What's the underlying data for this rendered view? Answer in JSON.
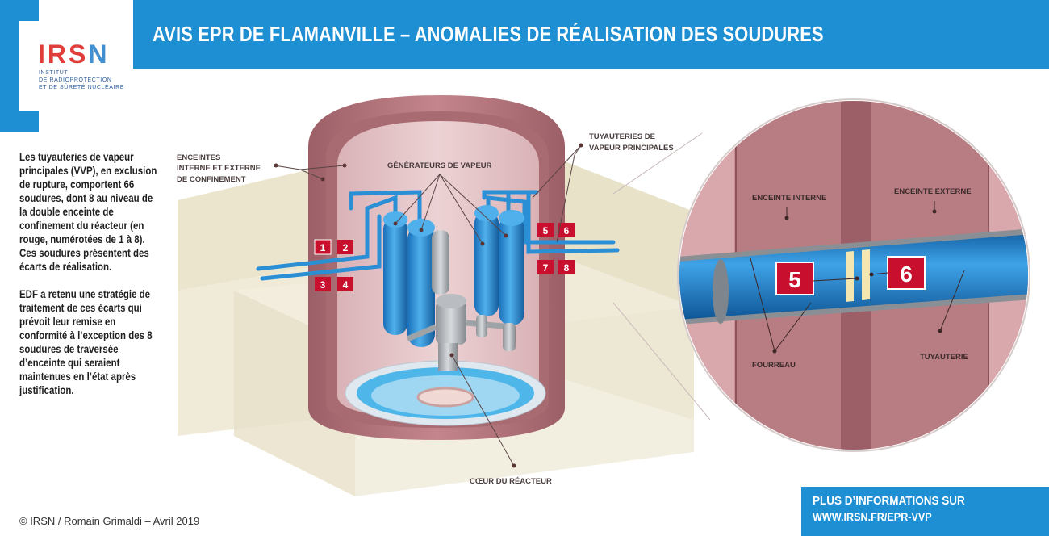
{
  "header": {
    "title": "AVIS EPR DE FLAMANVILLE – ANOMALIES DE RÉALISATION DES SOUDURES"
  },
  "logo": {
    "word": "IRSN",
    "line1": "INSTITUT",
    "line2": "DE RADIOPROTECTION",
    "line3": "ET DE SÛRETÉ NUCLÉAIRE"
  },
  "intro": {
    "paragraph1": "Les tuyauteries de vapeur principales (VVP), en exclusion de rupture, comportent 66 soudures, dont 8 au niveau de la double enceinte de confinement du réacteur (en rouge, numérotées de 1 à 8). Ces soudures présentent des écarts de réalisation.",
    "paragraph2": "EDF a retenu une stratégie de traitement de ces écarts qui prévoit leur remise en conformité à l’exception des 8 soudures de traversée d’enceinte qui seraient maintenues en l’état après justification."
  },
  "diagram": {
    "labels": {
      "enceintes_line1": "ENCEINTES",
      "enceintes_line2": "INTERNE ET EXTERNE",
      "enceintes_line3": "DE CONFINEMENT",
      "generateurs": "GÉNÉRATEURS DE VAPEUR",
      "tuyauteries_line1": "TUYAUTERIES DE",
      "tuyauteries_line2": "VAPEUR PRINCIPALES",
      "coeur": "CŒUR DU RÉACTEUR"
    },
    "welds": [
      "1",
      "2",
      "3",
      "4",
      "5",
      "6",
      "7",
      "8"
    ]
  },
  "zoom": {
    "enceinte_interne": "ENCEINTE INTERNE",
    "enceinte_externe": "ENCEINTE EXTERNE",
    "fourreau": "FOURREAU",
    "tuyauterie": "TUYAUTERIE",
    "weld_left": "5",
    "weld_right": "6"
  },
  "footer": {
    "credit": "© IRSN / Romain Grimaldi – Avril 2019",
    "more_title": "PLUS D’INFORMATIONS SUR",
    "more_url": "WWW.IRSN.FR/EPR-VVP"
  },
  "colors": {
    "brand_blue": "#1e8fd3",
    "weld_red": "#c8102e",
    "containment": "#b8787e",
    "pipe_blue": "#2b8fd6"
  }
}
